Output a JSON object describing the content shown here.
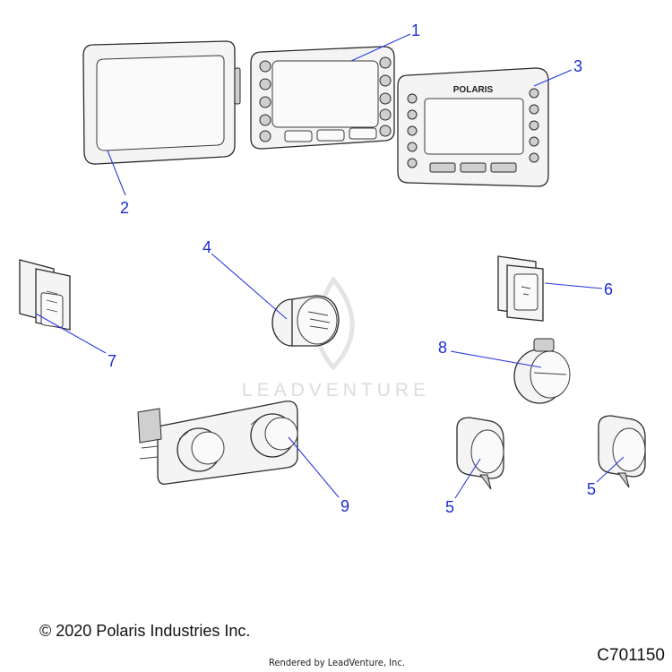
{
  "callouts": [
    {
      "id": "1",
      "label": "1"
    },
    {
      "id": "2",
      "label": "2"
    },
    {
      "id": "3",
      "label": "3"
    },
    {
      "id": "4",
      "label": "4"
    },
    {
      "id": "5a",
      "label": "5"
    },
    {
      "id": "5b",
      "label": "5"
    },
    {
      "id": "6",
      "label": "6"
    },
    {
      "id": "7",
      "label": "7"
    },
    {
      "id": "8",
      "label": "8"
    },
    {
      "id": "9",
      "label": "9"
    }
  ],
  "logo_text": "POLARIS",
  "watermark": "LEADVENTURE",
  "footer": {
    "copyright": "© 2020 Polaris Industries Inc.",
    "rendered_by": "Rendered by LeadVenture, Inc.",
    "diagram_code": "C701150"
  },
  "colors": {
    "callout": "#1c2bd6",
    "line_art": "#2a2a2a",
    "watermark": "#dcdcdc"
  }
}
